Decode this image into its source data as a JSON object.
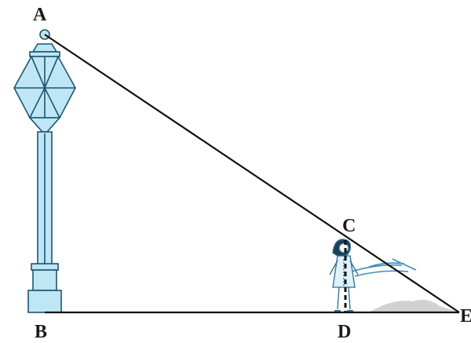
{
  "points": {
    "A": "A",
    "B": "B",
    "C": "C",
    "D": "D",
    "E": "E"
  },
  "colors": {
    "line": "#111111",
    "lamp_fill": "#bfe6f5",
    "lamp_stroke": "#1b5570",
    "girl": "#3a8fb6",
    "shadow": "#c9c9c9"
  }
}
